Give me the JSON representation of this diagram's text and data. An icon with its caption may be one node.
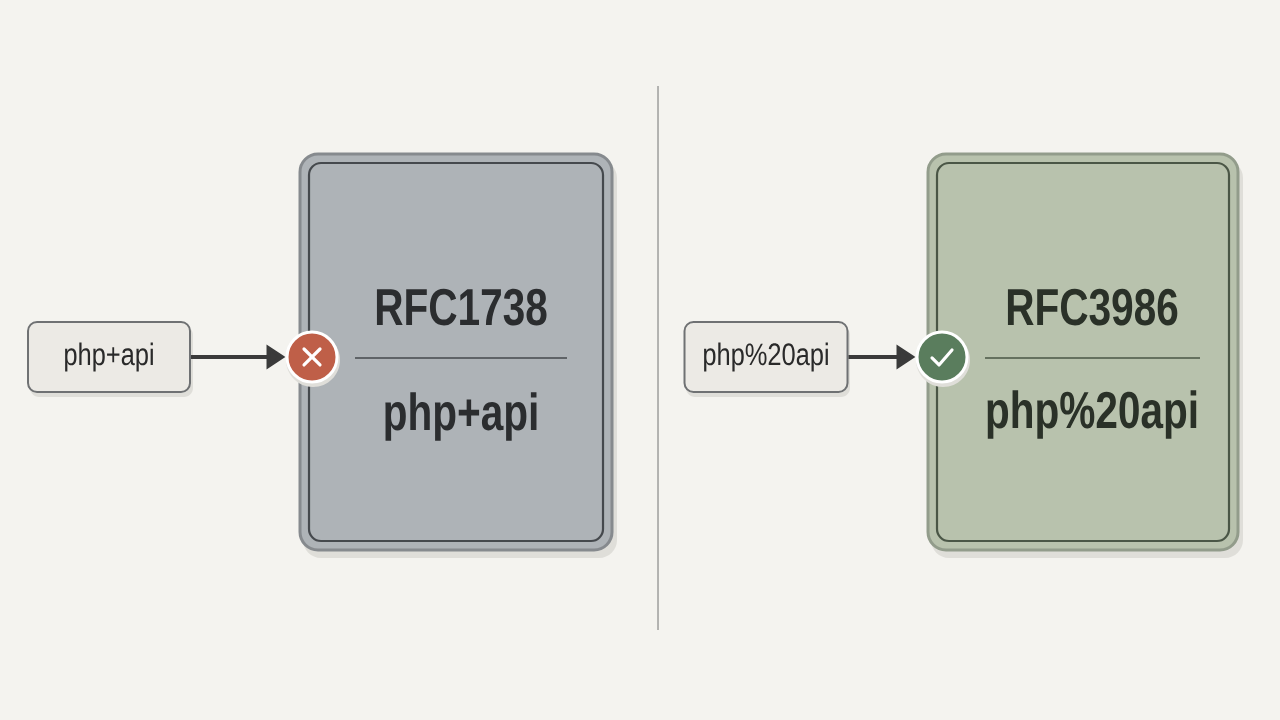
{
  "diagram": {
    "nodes": [
      {
        "text": [
          "php+api"
        ]
      },
      {
        "text": [],
        "shape": "circle"
      },
      {
        "text": [
          "RFC1738",
          "php+api"
        ]
      },
      {
        "text": [
          "php%20api"
        ]
      },
      {
        "text": [],
        "shape": "circle"
      },
      {
        "text": [
          "RFC3986",
          "php%20api"
        ]
      }
    ],
    "edges": [
      {
        "from": 0,
        "to": 1,
        "arrow": "to"
      },
      {
        "from": 3,
        "to": 4,
        "arrow": "to"
      }
    ]
  }
}
